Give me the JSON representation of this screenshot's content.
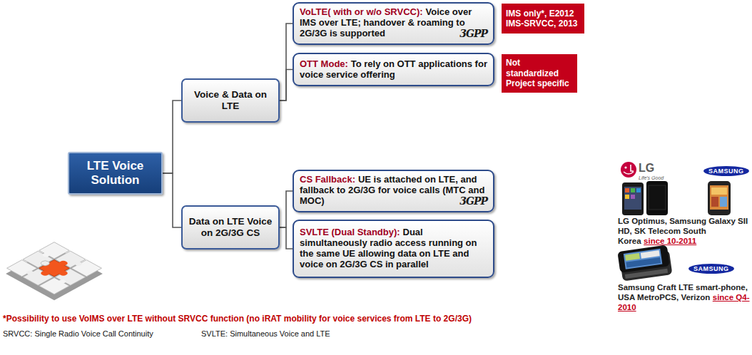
{
  "diagram": {
    "nodes": [
      {
        "text": [
          "LTE Voice Solution"
        ]
      },
      {
        "text": [
          "Voice & Data on LTE"
        ]
      },
      {
        "text": [
          "VoLTE( with or w/o SRVCC):",
          "Voice over IMS over LTE; handover & roaming to 2G/3G is supported"
        ]
      },
      {
        "text": [
          "IMS only*, E2012 IMS-SRVCC, 2013"
        ]
      },
      {
        "text": [
          "OTT Mode:",
          "To rely on OTT applications for voice service offering"
        ]
      },
      {
        "text": [
          "Not standardized Project specific"
        ]
      },
      {
        "text": [
          "Data on LTE Voice on 2G/3G CS"
        ]
      },
      {
        "text": [
          "CS Fallback:",
          "UE is attached on LTE, and fallback to 2G/3G for voice calls (MTC and MOC)"
        ]
      },
      {
        "text": [
          "SVLTE (Dual Standby):",
          "Dual simultaneously radio access running on the same UE allowing data on LTE and voice on 2G/3G CS in parallel"
        ]
      }
    ],
    "edges": [
      {
        "from": 0,
        "to": 1,
        "arrow": "none"
      },
      {
        "from": 0,
        "to": 6,
        "arrow": "none"
      },
      {
        "from": 1,
        "to": 2,
        "arrow": "none"
      },
      {
        "from": 1,
        "to": 4,
        "arrow": "none"
      },
      {
        "from": 6,
        "to": 7,
        "arrow": "none"
      },
      {
        "from": 6,
        "to": 8,
        "arrow": "none"
      }
    ],
    "labels": [
      "3GPP",
      "3GPP",
      "LG",
      "Life's Good",
      "SAMSUNG",
      "LG Optimus, Samsung Galaxy SII HD, SK Telecom South Korea",
      "since 10-2011",
      "SAMSUNG",
      "Samsung Craft LTE smart-phone, USA MetroPCS, Verizon",
      "since Q4-2010",
      "*Possibility to use VoIMS over LTE without SRVCC function (no iRAT mobility for voice services from LTE to 2G/3G)",
      "SRVCC: Single Radio Voice Call Continuity",
      "SVLTE: Simultaneous Voice and LTE"
    ]
  }
}
